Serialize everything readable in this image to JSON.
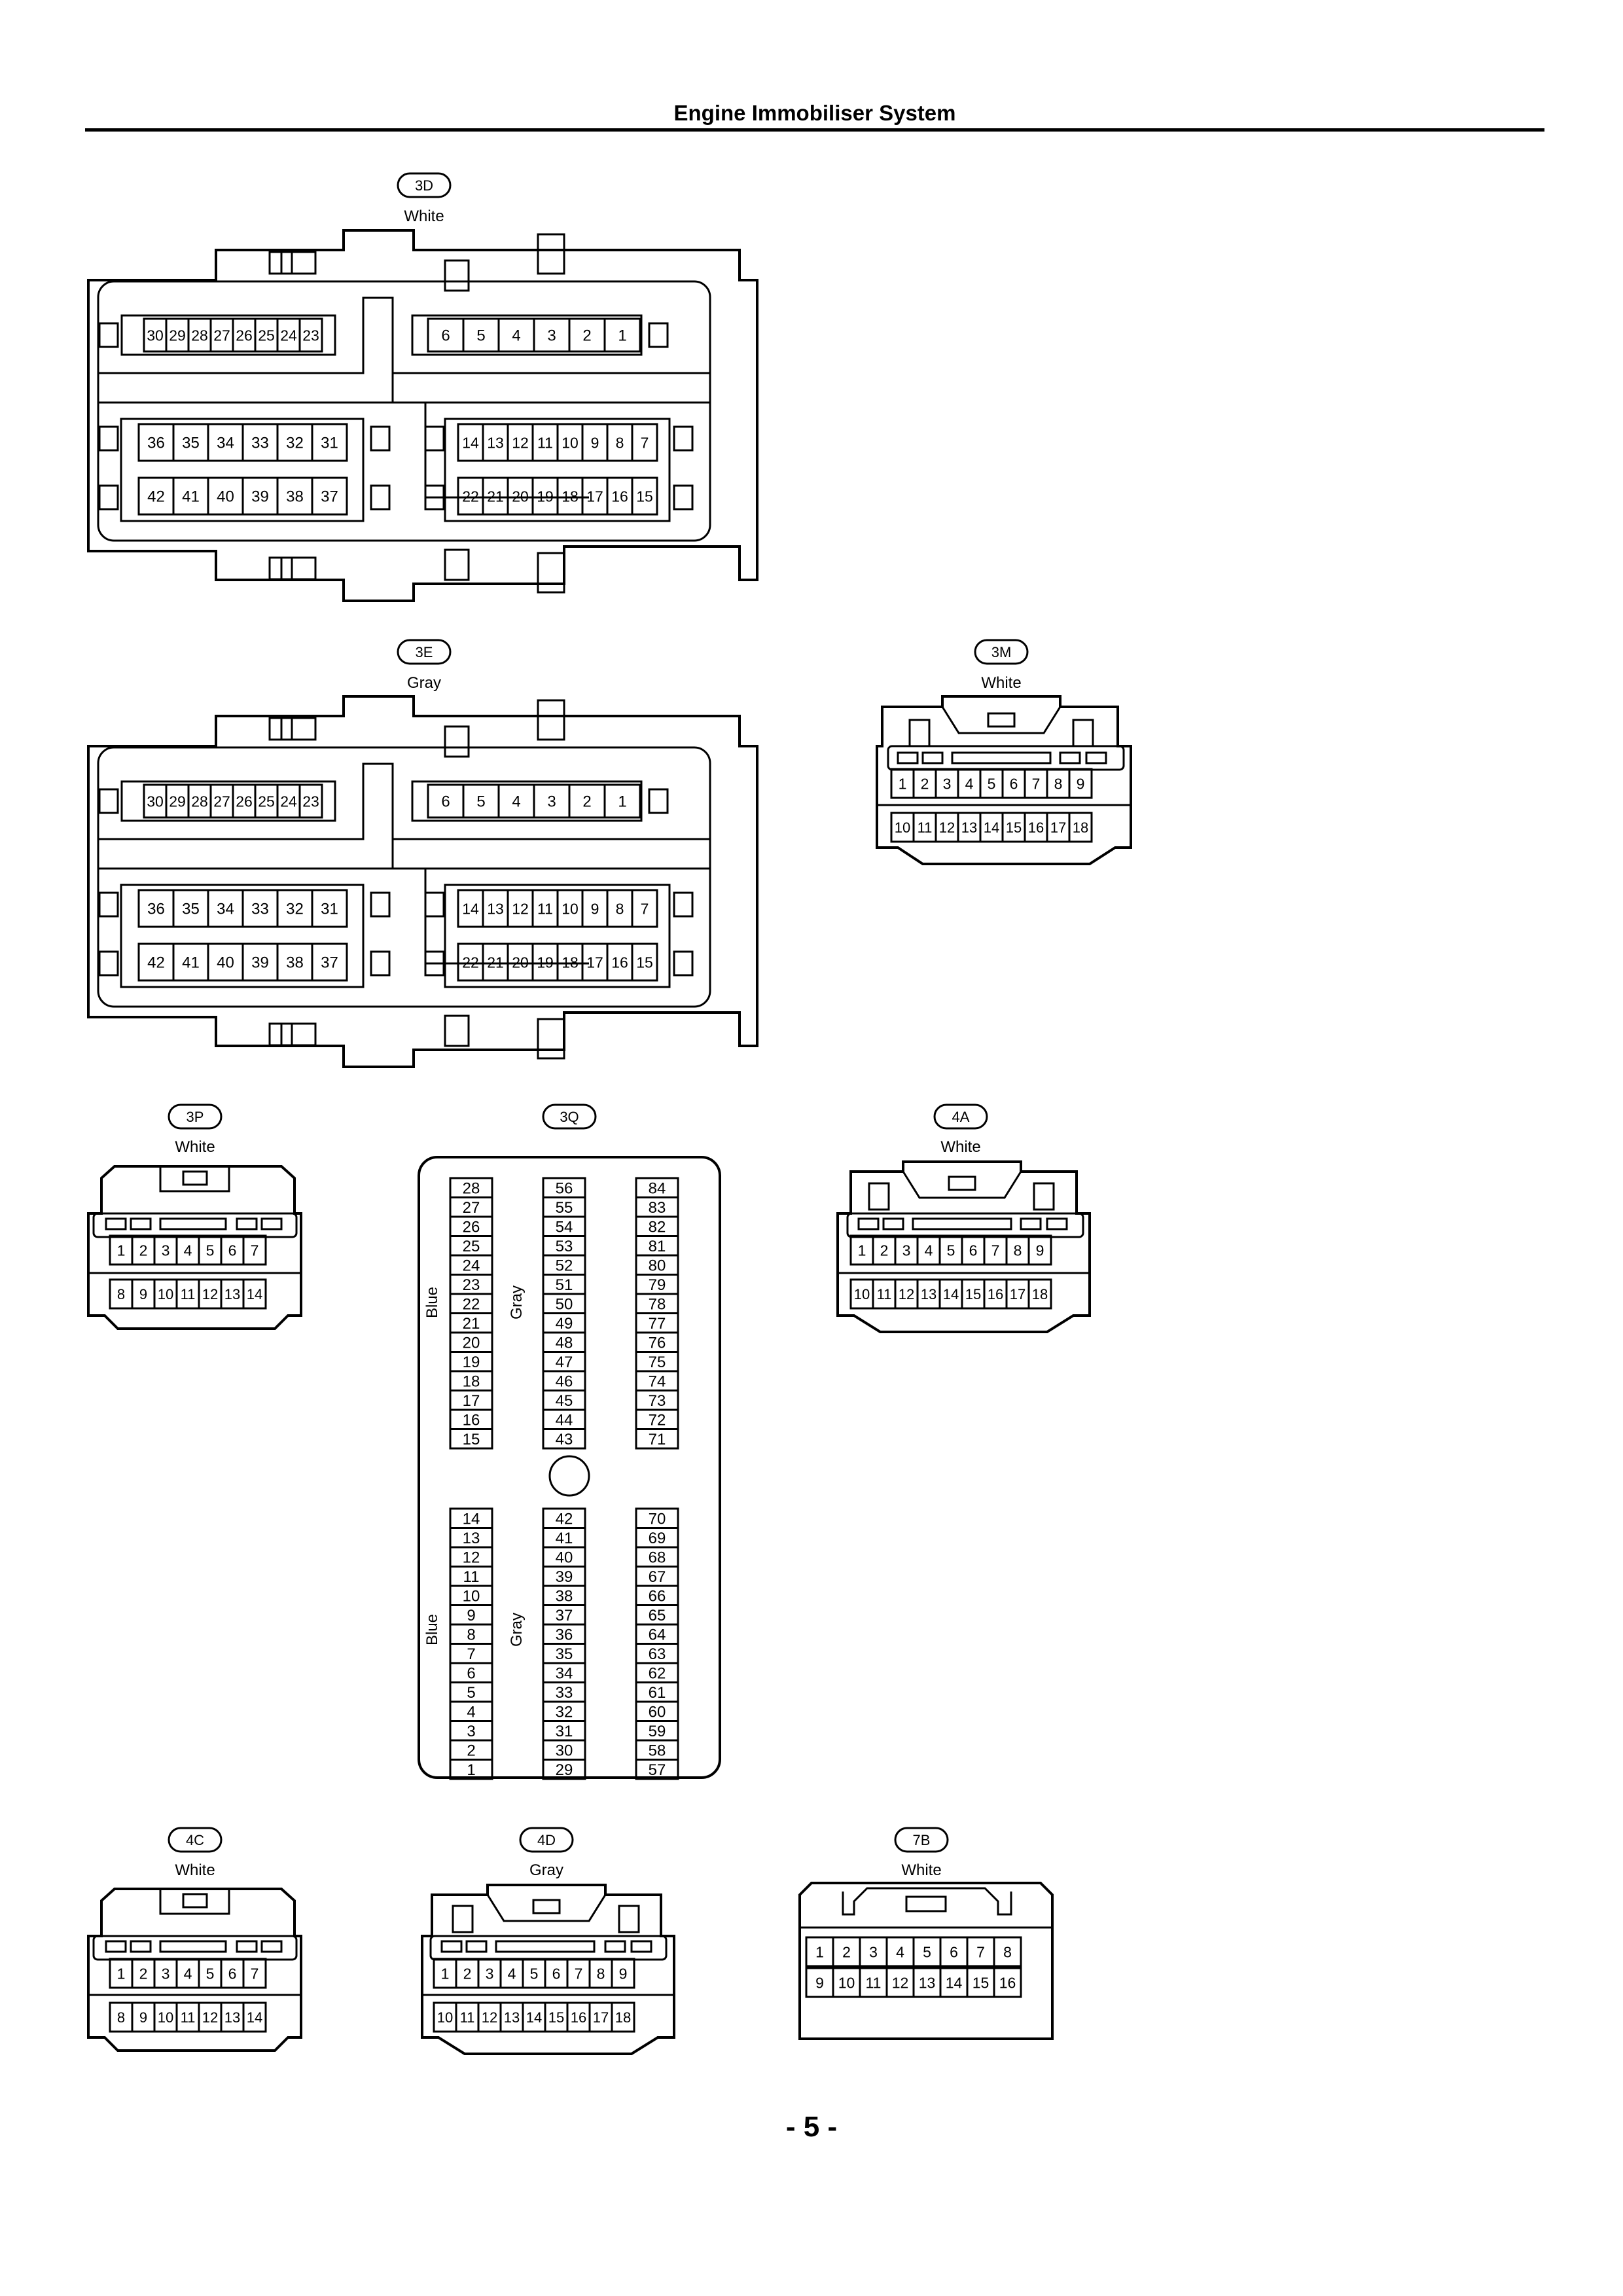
{
  "page": {
    "title": "Engine Immobiliser System",
    "page_number": "- 5 -"
  },
  "connectors": {
    "c3D": {
      "id": "3D",
      "color": "White",
      "rows": [
        [
          "30",
          "29",
          "28",
          "27",
          "26",
          "25",
          "24",
          "23"
        ],
        [
          "6",
          "5",
          "4",
          "3",
          "2",
          "1"
        ],
        [
          "36",
          "35",
          "34",
          "33",
          "32",
          "31"
        ],
        [
          "42",
          "41",
          "40",
          "39",
          "38",
          "37"
        ],
        [
          "14",
          "13",
          "12",
          "11",
          "10",
          "9",
          "8",
          "7"
        ],
        [
          "22",
          "21",
          "20",
          "19",
          "18",
          "17",
          "16",
          "15"
        ]
      ]
    },
    "c3E": {
      "id": "3E",
      "color": "Gray",
      "rows": [
        [
          "30",
          "29",
          "28",
          "27",
          "26",
          "25",
          "24",
          "23"
        ],
        [
          "6",
          "5",
          "4",
          "3",
          "2",
          "1"
        ],
        [
          "36",
          "35",
          "34",
          "33",
          "32",
          "31"
        ],
        [
          "42",
          "41",
          "40",
          "39",
          "38",
          "37"
        ],
        [
          "14",
          "13",
          "12",
          "11",
          "10",
          "9",
          "8",
          "7"
        ],
        [
          "22",
          "21",
          "20",
          "19",
          "18",
          "17",
          "16",
          "15"
        ]
      ]
    },
    "c3M": {
      "id": "3M",
      "color": "White",
      "rows": [
        [
          "1",
          "2",
          "3",
          "4",
          "5",
          "6",
          "7",
          "8",
          "9"
        ],
        [
          "10",
          "11",
          "12",
          "13",
          "14",
          "15",
          "16",
          "17",
          "18"
        ]
      ]
    },
    "c3P": {
      "id": "3P",
      "color": "White",
      "rows": [
        [
          "1",
          "2",
          "3",
          "4",
          "5",
          "6",
          "7"
        ],
        [
          "8",
          "9",
          "10",
          "11",
          "12",
          "13",
          "14"
        ]
      ]
    },
    "c3Q": {
      "id": "3Q",
      "side_labels": [
        "Blue",
        "Gray",
        "Blue",
        "Gray"
      ],
      "columns": [
        [
          "28",
          "27",
          "26",
          "25",
          "24",
          "23",
          "22",
          "21",
          "20",
          "19",
          "18",
          "17",
          "16",
          "15"
        ],
        [
          "56",
          "55",
          "54",
          "53",
          "52",
          "51",
          "50",
          "49",
          "48",
          "47",
          "46",
          "45",
          "44",
          "43"
        ],
        [
          "84",
          "83",
          "82",
          "81",
          "80",
          "79",
          "78",
          "77",
          "76",
          "75",
          "74",
          "73",
          "72",
          "71"
        ],
        [
          "14",
          "13",
          "12",
          "11",
          "10",
          "9",
          "8",
          "7",
          "6",
          "5",
          "4",
          "3",
          "2",
          "1"
        ],
        [
          "42",
          "41",
          "40",
          "39",
          "38",
          "37",
          "36",
          "35",
          "34",
          "33",
          "32",
          "31",
          "30",
          "29"
        ],
        [
          "70",
          "69",
          "68",
          "67",
          "66",
          "65",
          "64",
          "63",
          "62",
          "61",
          "60",
          "59",
          "58",
          "57"
        ]
      ]
    },
    "c4A": {
      "id": "4A",
      "color": "White",
      "rows": [
        [
          "1",
          "2",
          "3",
          "4",
          "5",
          "6",
          "7",
          "8",
          "9"
        ],
        [
          "10",
          "11",
          "12",
          "13",
          "14",
          "15",
          "16",
          "17",
          "18"
        ]
      ]
    },
    "c4C": {
      "id": "4C",
      "color": "White",
      "rows": [
        [
          "1",
          "2",
          "3",
          "4",
          "5",
          "6",
          "7"
        ],
        [
          "8",
          "9",
          "10",
          "11",
          "12",
          "13",
          "14"
        ]
      ]
    },
    "c4D": {
      "id": "4D",
      "color": "Gray",
      "rows": [
        [
          "1",
          "2",
          "3",
          "4",
          "5",
          "6",
          "7",
          "8",
          "9"
        ],
        [
          "10",
          "11",
          "12",
          "13",
          "14",
          "15",
          "16",
          "17",
          "18"
        ]
      ]
    },
    "c7B": {
      "id": "7B",
      "color": "White",
      "rows": [
        [
          "1",
          "2",
          "3",
          "4",
          "5",
          "6",
          "7",
          "8"
        ],
        [
          "9",
          "10",
          "11",
          "12",
          "13",
          "14",
          "15",
          "16"
        ]
      ]
    }
  }
}
